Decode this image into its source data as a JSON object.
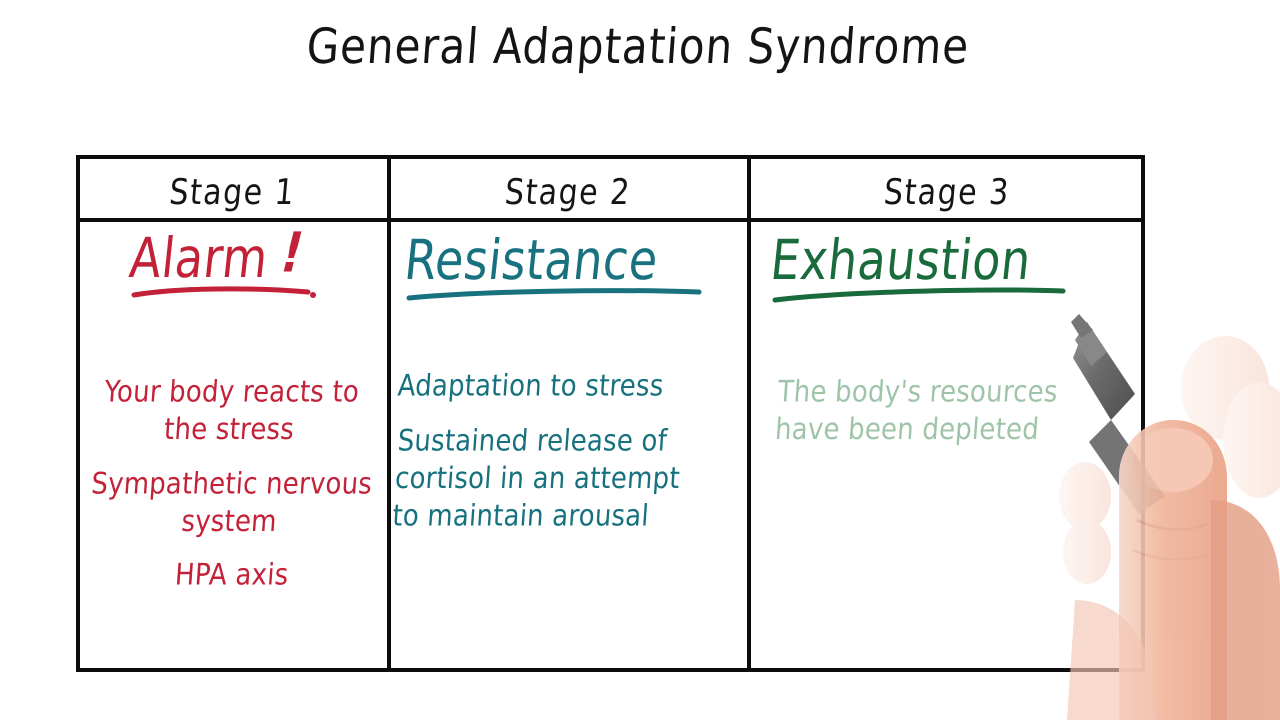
{
  "title": "General Adaptation Syndrome",
  "colors": {
    "ink_black": "#0d0d0d",
    "stage1_red": "#C32138",
    "stage2_teal": "#17717E",
    "stage3_green": "#1A6B3C",
    "stage3_faded_green": "#9FC4A8",
    "board_background": "#FFFFFF",
    "stylus_grey": "#6E6E6E",
    "skin": "#F0B9A4"
  },
  "table": {
    "headers": [
      "Stage 1",
      "Stage 2",
      "Stage 3"
    ],
    "columns": [
      {
        "stage_label": "Stage 1",
        "heading": "Alarm",
        "heading_punctuation": "!",
        "heading_underlined": true,
        "ink_color": "#C32138",
        "notes": [
          "Your body reacts to\nthe stress",
          "Sympathetic nervous\nsystem",
          "HPA axis"
        ]
      },
      {
        "stage_label": "Stage 2",
        "heading": "Resistance",
        "heading_punctuation": "",
        "heading_underlined": true,
        "ink_color": "#17717E",
        "notes": [
          "Adaptation to stress",
          "Sustained release of\ncortisol in an attempt\nto maintain arousal"
        ]
      },
      {
        "stage_label": "Stage 3",
        "heading": "Exhaustion",
        "heading_punctuation": "",
        "heading_underlined": true,
        "ink_color": "#1A6B3C",
        "notes": [
          "The body's resources\nhave been depleted"
        ]
      }
    ]
  },
  "annotation": {
    "hand_icon": "writing-hand-icon",
    "stylus_icon": "stylus-pen-icon",
    "description": "semi-transparent hand holding a stylus writing in the third column"
  }
}
